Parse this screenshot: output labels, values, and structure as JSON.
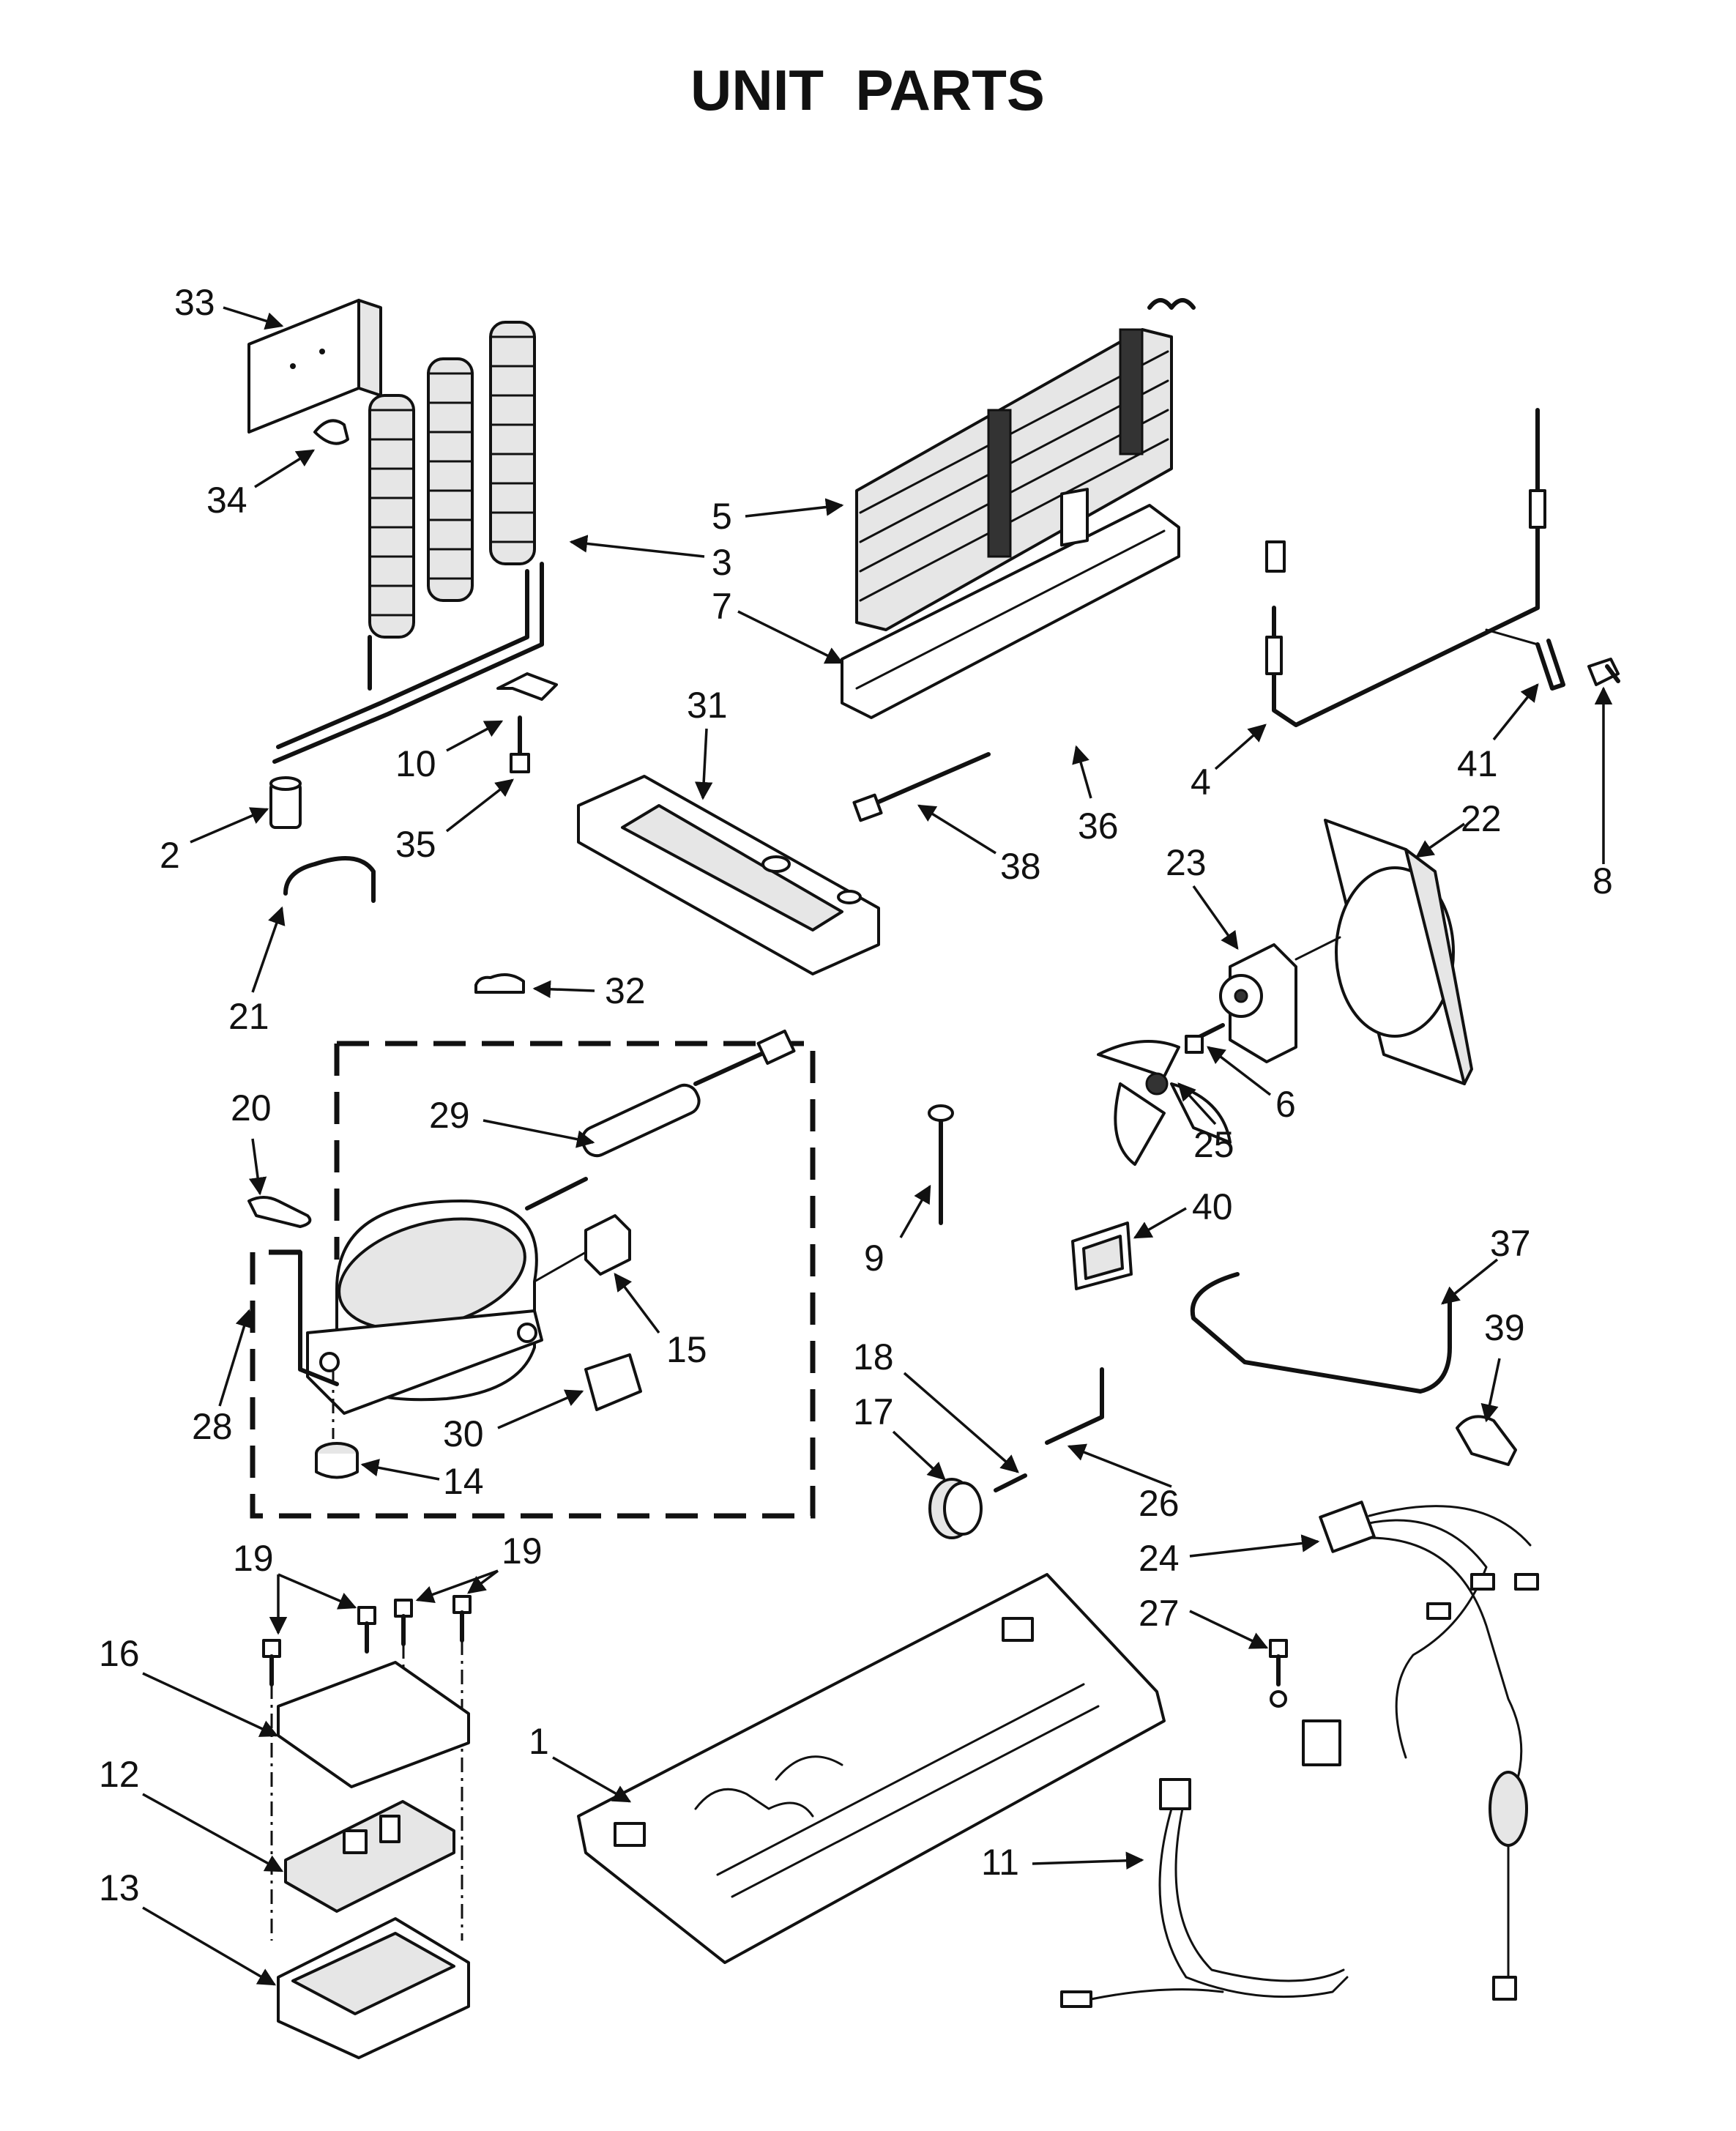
{
  "title": "UNIT  PARTS",
  "callouts": {
    "c1": "1",
    "c2": "2",
    "c3": "3",
    "c4": "4",
    "c5": "5",
    "c6": "6",
    "c7": "7",
    "c8": "8",
    "c9": "9",
    "c10": "10",
    "c11": "11",
    "c12": "12",
    "c13": "13",
    "c14": "14",
    "c15": "15",
    "c16": "16",
    "c17": "17",
    "c18": "18",
    "c19a": "19",
    "c19b": "19",
    "c20": "20",
    "c21": "21",
    "c22": "22",
    "c23": "23",
    "c24": "24",
    "c25": "25",
    "c26": "26",
    "c27": "27",
    "c28": "28",
    "c29": "29",
    "c30": "30",
    "c31": "31",
    "c32": "32",
    "c33": "33",
    "c34": "34",
    "c35": "35",
    "c36": "36",
    "c37": "37",
    "c38": "38",
    "c39": "39",
    "c40": "40",
    "c41": "41"
  }
}
